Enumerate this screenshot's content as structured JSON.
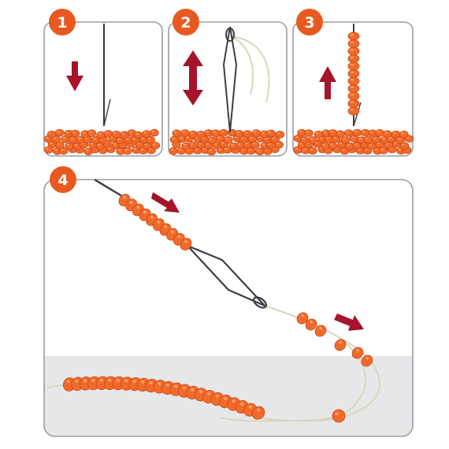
{
  "steps": [
    {
      "number": "1",
      "caption": ""
    },
    {
      "number": "2",
      "caption": ""
    },
    {
      "number": "3",
      "caption": ""
    },
    {
      "number": "4",
      "caption": ""
    }
  ],
  "colors": {
    "badge": "#e8591f",
    "bead": "#f26a2a",
    "bead_highlight": "#ffb27a",
    "bead_shadow": "#c9481a",
    "arrow": "#a5142b",
    "needle": "#3a3f45",
    "thread": "#d9d6bd",
    "panel_border": "#9a9ea3",
    "tray": "#e6e7e9"
  },
  "icons": {
    "arrow_down": "arrow-down-icon",
    "arrow_updown": "arrow-up-down-icon",
    "arrow_up": "arrow-up-icon",
    "arrow_right_down": "arrow-right-down-icon",
    "needle": "needle-icon",
    "big_eye_needle": "big-eye-needle-icon"
  }
}
